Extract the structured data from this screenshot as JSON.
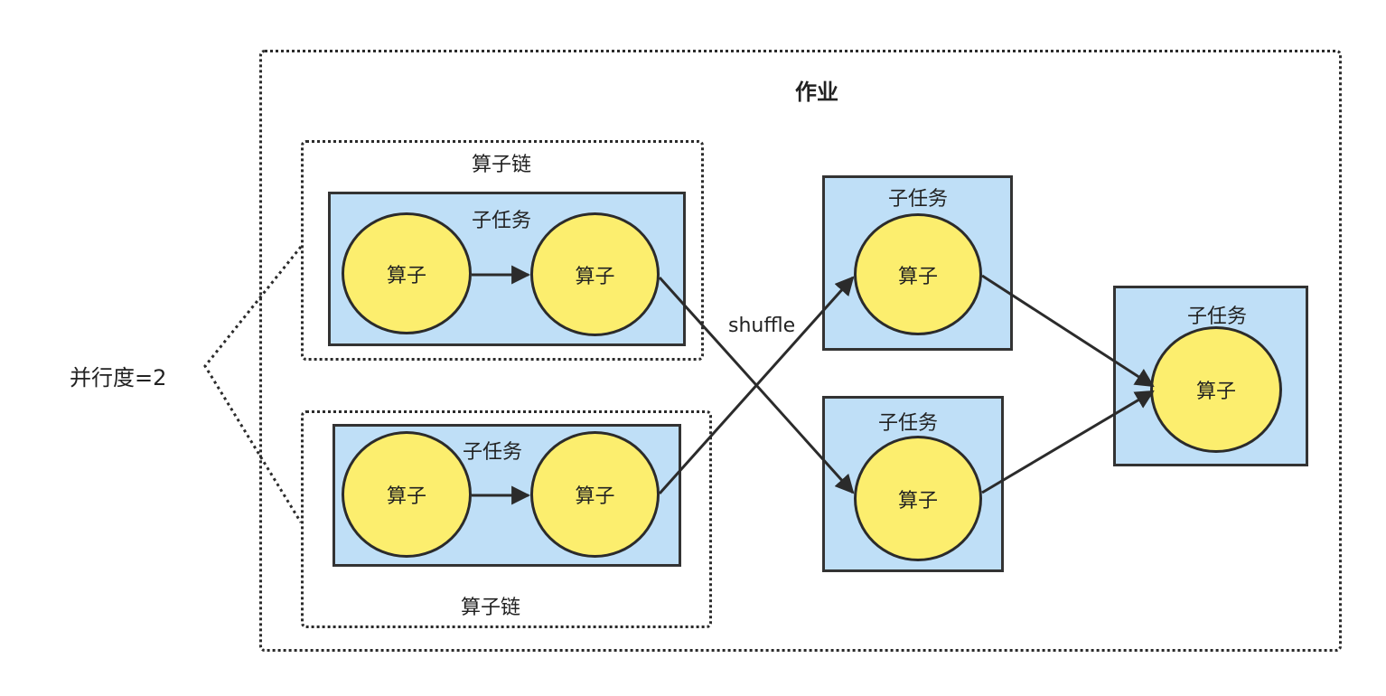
{
  "job": {
    "title": "作业"
  },
  "parallelism_label": "并行度=2",
  "shuffle_label": "shuffle",
  "chains": [
    {
      "label": "算子链"
    },
    {
      "label": "算子链"
    }
  ],
  "subtasks": [
    {
      "label": "子任务",
      "operators": [
        "算子",
        "算子"
      ]
    },
    {
      "label": "子任务",
      "operators": [
        "算子",
        "算子"
      ]
    },
    {
      "label": "子任务",
      "operators": [
        "算子"
      ]
    },
    {
      "label": "子任务",
      "operators": [
        "算子"
      ]
    },
    {
      "label": "子任务",
      "operators": [
        "算子"
      ]
    }
  ],
  "colors": {
    "subtask_fill": "#bfdff7",
    "operator_fill": "#fcee6e",
    "stroke": "#333333"
  }
}
